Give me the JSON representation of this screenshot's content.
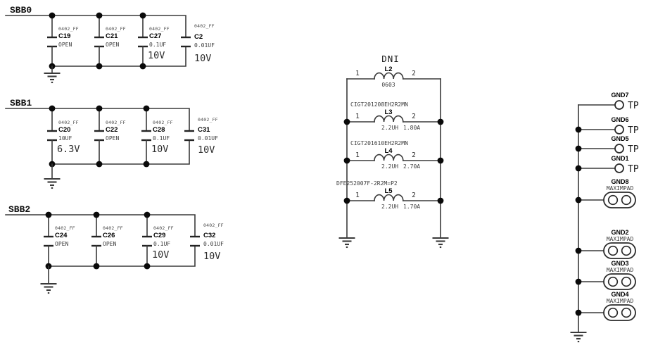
{
  "colors": {
    "background": "#ffffff",
    "wire": "#3a3a3a",
    "junction_dot": "#0a0a0a",
    "text_primary": "#000000",
    "text_secondary": "#3c3c3c"
  },
  "capacitor_banks": [
    {
      "net": "SBB0",
      "capacitors": [
        {
          "footprint": "0402_FF",
          "ref": "C19",
          "value": "OPEN",
          "voltage": ""
        },
        {
          "footprint": "0402_FF",
          "ref": "C21",
          "value": "OPEN",
          "voltage": ""
        },
        {
          "footprint": "0402_FF",
          "ref": "C27",
          "value": "0.1UF",
          "voltage": "10V"
        },
        {
          "footprint": "0402_FF",
          "ref": "C2",
          "value": "0.01UF",
          "voltage": "10V"
        }
      ]
    },
    {
      "net": "SBB1",
      "capacitors": [
        {
          "footprint": "0402_FF",
          "ref": "C20",
          "value": "10UF",
          "voltage": "6.3V"
        },
        {
          "footprint": "0402_FF",
          "ref": "C22",
          "value": "OPEN",
          "voltage": ""
        },
        {
          "footprint": "0402_FF",
          "ref": "C28",
          "value": "0.1UF",
          "voltage": "10V"
        },
        {
          "footprint": "0402_FF",
          "ref": "C31",
          "value": "0.01UF",
          "voltage": "10V"
        }
      ]
    },
    {
      "net": "SBB2",
      "capacitors": [
        {
          "footprint": "0402_FF",
          "ref": "C24",
          "value": "OPEN",
          "voltage": ""
        },
        {
          "footprint": "0402_FF",
          "ref": "C26",
          "value": "OPEN",
          "voltage": ""
        },
        {
          "footprint": "0402_FF",
          "ref": "C29",
          "value": "0.1UF",
          "voltage": "10V"
        },
        {
          "footprint": "0402_FF",
          "ref": "C32",
          "value": "0.01UF",
          "voltage": "10V"
        }
      ]
    }
  ],
  "inductor_bank": {
    "dni_label": "DNI",
    "pin1": "1",
    "pin2": "2",
    "inductors": [
      {
        "part_number": "",
        "ref": "L2",
        "inductance": "0603",
        "current": ""
      },
      {
        "part_number": "CIGT201208EH2R2MN",
        "ref": "L3",
        "inductance": "2.2UH",
        "current": "1.80A"
      },
      {
        "part_number": "CIGT201610EH2R2MN",
        "ref": "L4",
        "inductance": "2.2UH",
        "current": "2.70A"
      },
      {
        "part_number": "DFE252007F-2R2M=P2",
        "ref": "L5",
        "inductance": "2.2UH",
        "current": "1.70A"
      }
    ]
  },
  "testpoint_column": {
    "tp_label": "TP",
    "pad_label": "MAXIMPAD",
    "testpoints": [
      {
        "net": "GND7"
      },
      {
        "net": "GND6"
      },
      {
        "net": "GND5"
      },
      {
        "net": "GND1"
      }
    ],
    "pads": [
      {
        "net": "GND8"
      },
      {
        "net": "GND2"
      },
      {
        "net": "GND3"
      },
      {
        "net": "GND4"
      }
    ]
  }
}
